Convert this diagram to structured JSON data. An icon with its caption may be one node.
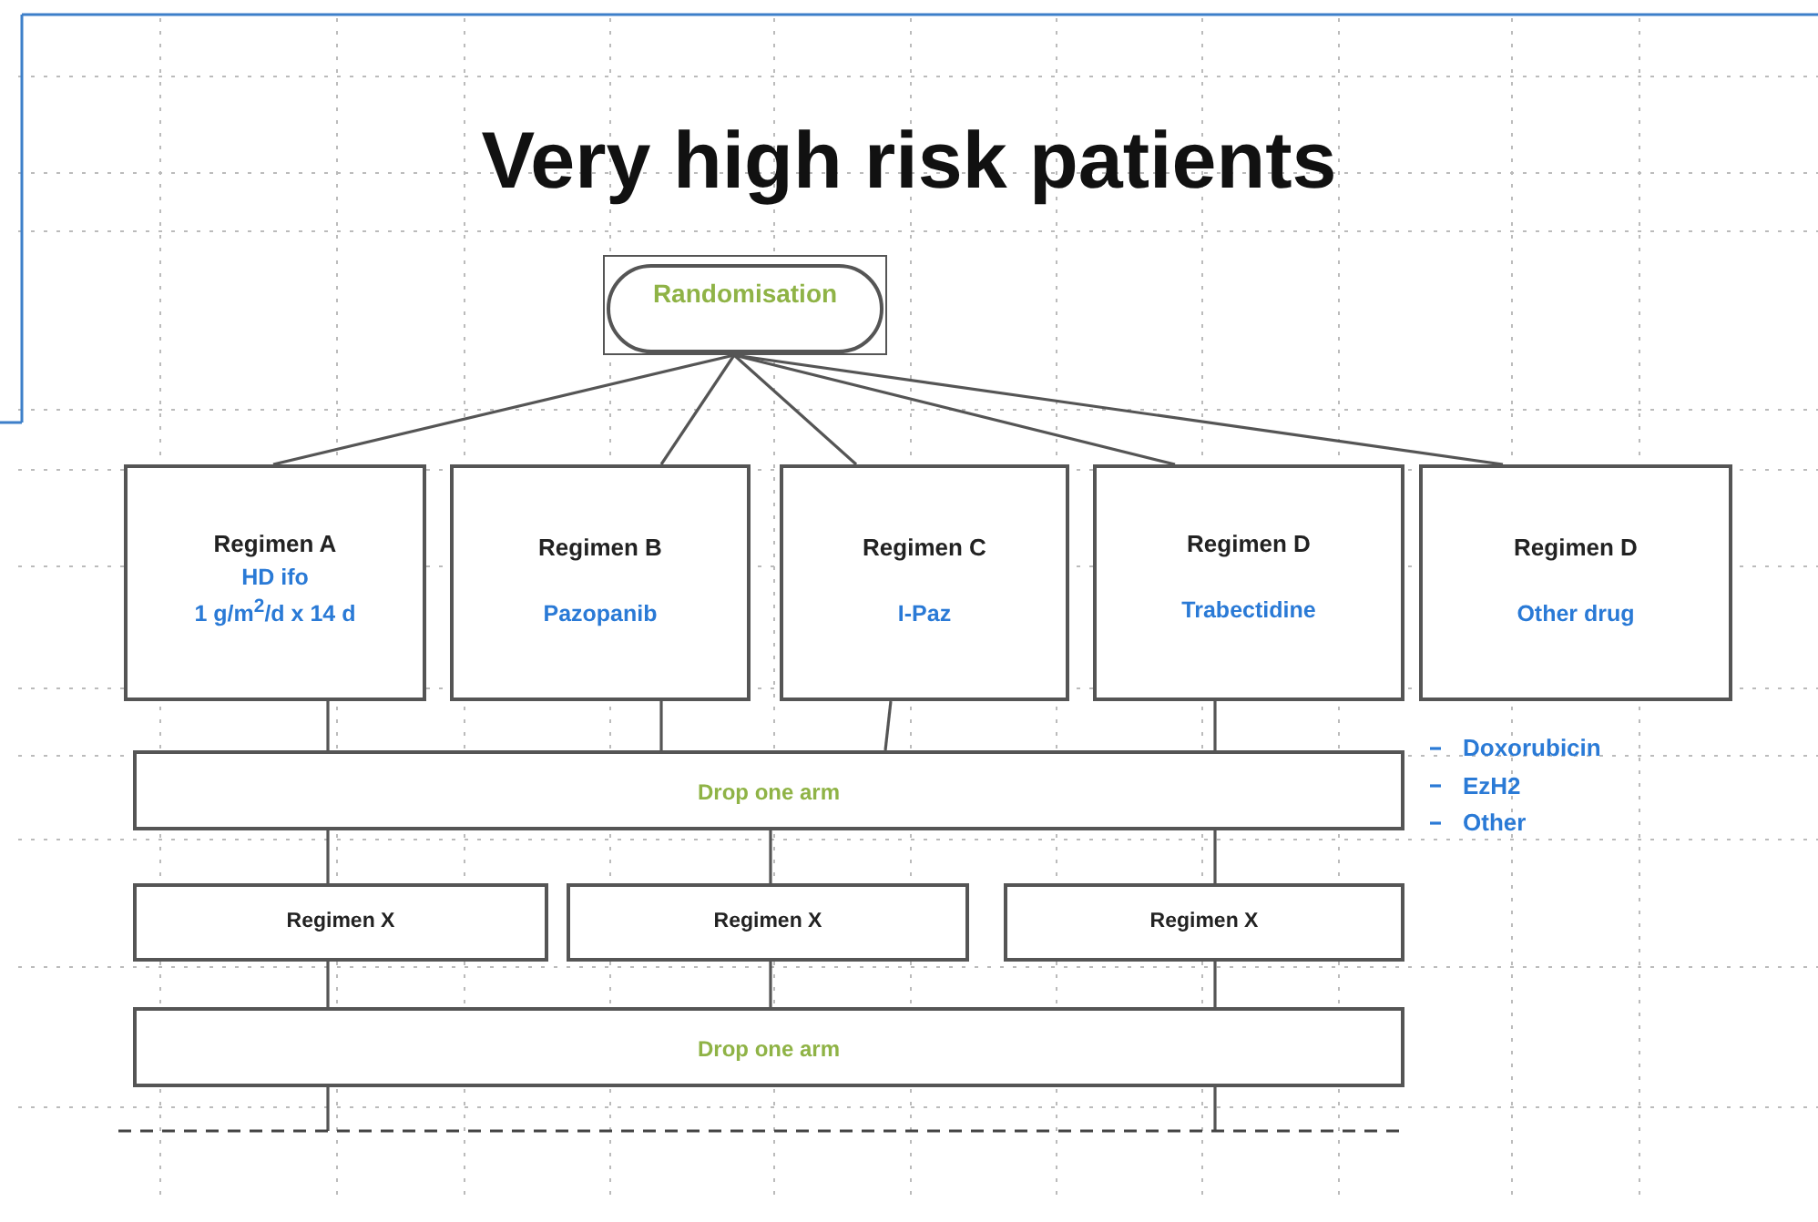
{
  "diagram": {
    "title": "Very high risk patients",
    "nodes": [
      {
        "text": [
          "Randomisation"
        ]
      },
      {
        "text": [
          "Regimen A",
          "HD ifo",
          "1 g/m$^{2}$/d x 14 d"
        ]
      },
      {
        "text": [
          "Regimen B",
          "Pazopanib"
        ]
      },
      {
        "text": [
          "Regimen C",
          "I-Paz"
        ]
      },
      {
        "text": [
          "Regimen D",
          "Trabectidine"
        ]
      },
      {
        "text": [
          "Regimen D",
          "Other drug"
        ]
      },
      {
        "text": [
          "Drop one arm"
        ]
      },
      {
        "text": [
          "Regimen X"
        ]
      },
      {
        "text": [
          "Regimen X"
        ]
      },
      {
        "text": [
          "Regimen X"
        ]
      },
      {
        "text": [
          "Drop one arm"
        ]
      }
    ],
    "edges": [
      {
        "from": 0,
        "to": 1,
        "arrow": "none"
      },
      {
        "from": 0,
        "to": 2,
        "arrow": "none"
      },
      {
        "from": 0,
        "to": 3,
        "arrow": "none"
      },
      {
        "from": 0,
        "to": 4,
        "arrow": "none"
      },
      {
        "from": 0,
        "to": 5,
        "arrow": "none"
      },
      {
        "from": 1,
        "to": 6,
        "arrow": "none"
      },
      {
        "from": 2,
        "to": 6,
        "arrow": "none"
      },
      {
        "from": 3,
        "to": 6,
        "arrow": "none"
      },
      {
        "from": 4,
        "to": 6,
        "arrow": "none"
      },
      {
        "from": 6,
        "to": 7,
        "arrow": "none"
      },
      {
        "from": 6,
        "to": 8,
        "arrow": "none"
      },
      {
        "from": 6,
        "to": 9,
        "arrow": "none"
      },
      {
        "from": 7,
        "to": 10,
        "arrow": "none"
      },
      {
        "from": 8,
        "to": 10,
        "arrow": "none"
      },
      {
        "from": 9,
        "to": 10,
        "arrow": "none"
      },
      {
        "from": 10,
        "to": null,
        "arrow": "none"
      },
      {
        "from": 10,
        "to": null,
        "arrow": "none"
      }
    ],
    "labels": [
      "Doxorubicin",
      "EzH2",
      "Other"
    ]
  }
}
